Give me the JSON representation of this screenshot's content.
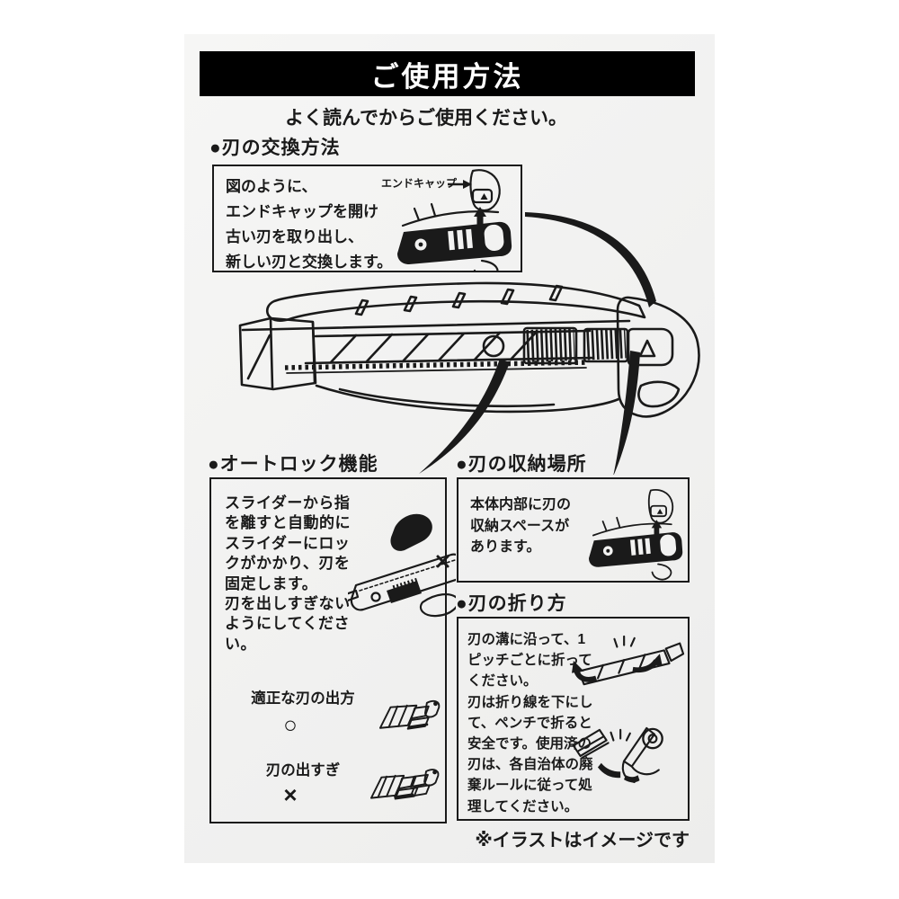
{
  "header": {
    "title": "ご使用方法",
    "subtitle": "よく読んでからご使用ください。"
  },
  "sections": {
    "replace": {
      "heading": "●刃の交換方法",
      "body": [
        "図のように、",
        "エンドキャップを開け",
        "古い刃を取り出し、",
        "新しい刃と交換します。"
      ],
      "callout_label": "エンドキャップ"
    },
    "autolock": {
      "heading": "●オートロック機能",
      "body": [
        "スライダーから指",
        "を離すと自動的に",
        "スライダーにロッ",
        "クがかかり、刃を",
        "固定します。",
        "刃を出しすぎない",
        "ようにしてくださ",
        "い。"
      ],
      "proper_label": "適正な刃の出方",
      "proper_mark": "○",
      "excess_label": "刃の出すぎ",
      "excess_mark": "×"
    },
    "storage": {
      "heading": "●刃の収納場所",
      "body": [
        "本体内部に刃の",
        "収納スペースが",
        "あります。"
      ]
    },
    "snap": {
      "heading": "●刃の折り方",
      "body": [
        "刃の溝に沿って、1",
        "ピッチごとに折って",
        "ください。",
        "刃は折り線を下にし",
        "て、ペンチで折ると",
        "安全です。使用済の",
        "刃は、各自治体の廃",
        "棄ルールに従って処",
        "理してください。"
      ]
    }
  },
  "footer": {
    "note": "※イラストはイメージです"
  },
  "icons": {
    "endcap_pointer_arrow": "→",
    "endcap_open_arrow": "↑",
    "proper_mark_icon": "○",
    "excess_mark_icon": "×",
    "section_bullet": "●"
  },
  "colors": {
    "paper": "#f2f2f1",
    "ink": "#1a1a1a",
    "header_bg": "#000000",
    "header_text": "#ffffff"
  }
}
